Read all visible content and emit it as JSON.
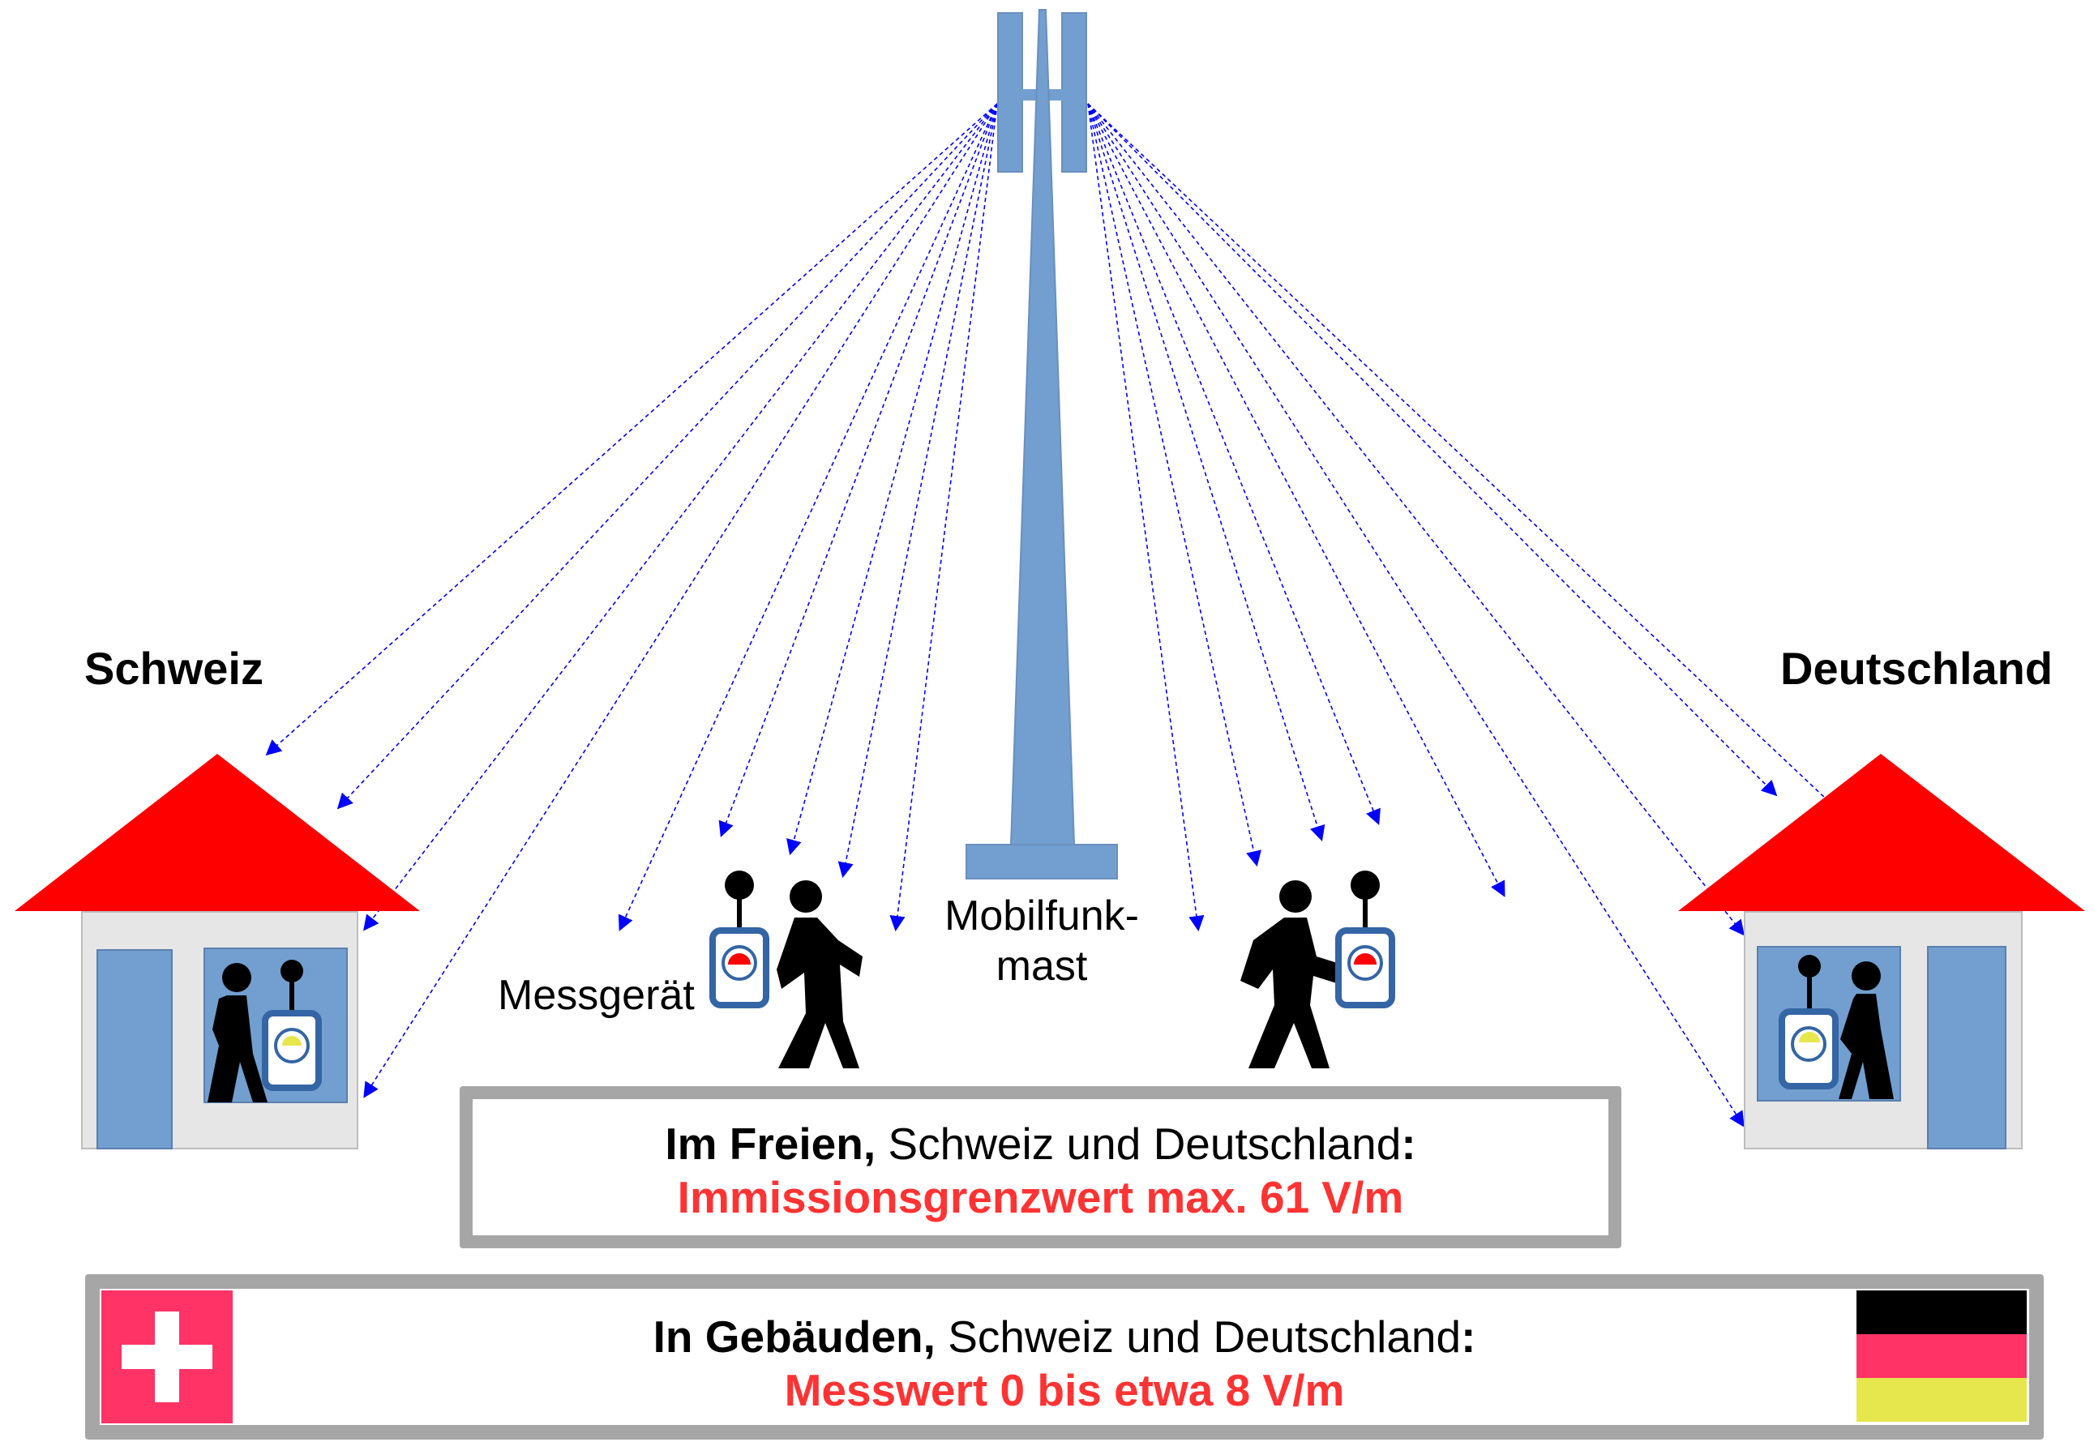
{
  "labels": {
    "country_left": "Schweiz",
    "country_right": "Deutschland",
    "device": "Messgerät",
    "mast_line1": "Mobilfunk-",
    "mast_line2": "mast"
  },
  "outdoor": {
    "bold": "Im Freien,",
    "rest": " Schweiz und Deutschland",
    "colon": ":",
    "value": "Immissionsgrenzwert max. 61 V/m"
  },
  "indoor": {
    "bold": "In Gebäuden,",
    "rest": " Schweiz und Deutschland",
    "colon": ":",
    "value": "Messwert  0 bis etwa 8 V/m"
  },
  "colors": {
    "mast": "#729fcf",
    "roof": "#ff0000",
    "wall": "#e6e6e6",
    "arrow": "#0000ff",
    "value_text": "#ff3333",
    "box_border": "#a6a6a6",
    "flag_ch": "#ff3366",
    "flag_de": [
      "#000000",
      "#ff3366",
      "#e6e64d"
    ]
  },
  "icons": [
    "mast-icon",
    "house-icon",
    "person-icon",
    "meter-icon",
    "swiss-flag-icon",
    "german-flag-icon"
  ]
}
